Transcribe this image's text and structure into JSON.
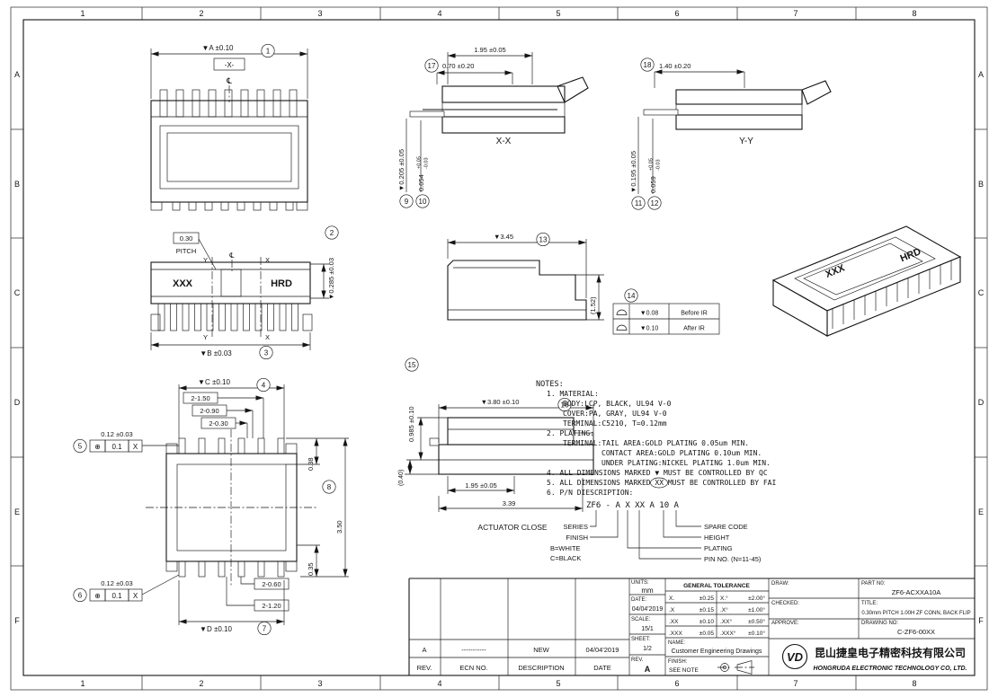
{
  "grid": {
    "cols": [
      "1",
      "2",
      "3",
      "4",
      "5",
      "6",
      "7",
      "8"
    ],
    "rows": [
      "A",
      "B",
      "C",
      "D",
      "E",
      "F"
    ]
  },
  "symbols": {
    "centerline": "℄"
  },
  "front_view": {
    "dim_a": "▼A ±0.10",
    "balloon": "1",
    "datum": "-X-"
  },
  "pitch_view": {
    "pitch": "0.30",
    "pitch_label": "PITCH",
    "dim_height": "▼0.285 ±0.03",
    "balloon_height": "2",
    "dim_b": "▼B ±0.03",
    "balloon_b": "3",
    "marking_left": "XXX",
    "marking_right": "HRD",
    "section_y": "Y",
    "section_x": "X"
  },
  "bottom_view": {
    "dim_c": "▼C ±0.10",
    "balloon_c": "4",
    "dim_150": "2-1.50",
    "dim_090": "2-0.90",
    "dim_030": "2-0.30",
    "dim_012": "0.12 ±0.03",
    "balloon_fcf_top": "5",
    "balloon_fcf_bottom": "6",
    "fcf_symbol": "⊕",
    "fcf_tol": "0.1",
    "fcf_datum": "X",
    "dim_038": "0.38",
    "balloon_overall": "8",
    "dim_350": "3.50",
    "dim_035": "0.35",
    "dim_060": "2-0.60",
    "dim_120": "2-1.20",
    "dim_d": "▼D ±0.10",
    "balloon_d": "7"
  },
  "section_xx": {
    "label": "X-X",
    "dim_195": "1.95 ±0.05",
    "balloon_070": "17",
    "dim_070": "0.70 ±0.20",
    "dim_0205": "▼0.205 ±0.05",
    "balloon_0205": "9",
    "dim_0054": "0.054",
    "tol_plus": "+0.05",
    "tol_minus": "-0.03",
    "balloon_0054": "10"
  },
  "section_yy": {
    "label": "Y-Y",
    "balloon_140": "18",
    "dim_140": "1.40 ±0.20",
    "dim_0195": "▼0.195 ±0.05",
    "balloon_0195": "11",
    "dim_0059": "0.059",
    "tol_plus": "+0.05",
    "tol_minus": "-0.03",
    "balloon_0059": "12"
  },
  "side_view": {
    "dim_345": "▼3.45",
    "balloon_345": "13",
    "dim_152": "(1.52)",
    "balloon_table": "14",
    "ir_rows": [
      {
        "value": "▼0.08",
        "label": "Before IR"
      },
      {
        "value": "▼0.10",
        "label": "After IR"
      }
    ]
  },
  "actuator_view": {
    "balloon_0985": "15",
    "dim_0985": "0.985 ±0.10",
    "dim_380": "▼3.80 ±0.10",
    "balloon_380": "16",
    "dim_195": "1.95 ±0.05",
    "dim_339": "3.39",
    "dim_040": "(0.40)",
    "caption": "ACTUATOR CLOSE"
  },
  "iso_view": {
    "marking_left": "XXX",
    "marking_right": "HRD"
  },
  "notes": {
    "title": "NOTES:",
    "n1": "1. MATERIAL:",
    "n1_body": "BODY:LCP, BLACK, UL94 V-0",
    "n1_cover": "COVER:PA, GRAY, UL94 V-0",
    "n1_terminal": "TERMINAL:C5210, T=0.12mm",
    "n2": "2. PLATING:",
    "n2_tail": "TERMINAL:TAIL AREA:GOLD PLATING 0.05um MIN.",
    "n2_contact": "CONTACT AREA:GOLD PLATING 0.10um MIN.",
    "n2_under": "UNDER PLATING:NICKEL PLATING 1.0um MIN.",
    "n4": "4. ALL DIMENSIONS MARKED ▼ MUST BE CONTROLLED BY QC",
    "n5": "5. ALL DIMENSIONS MARKED XX MUST BE CONTROLLED BY FAI",
    "n6": "6. P/N DIESCRIPTION:",
    "pn_code": "ZF6 - A X XX A 10 A",
    "pn_series": "SERIES",
    "pn_finish": "FINISH",
    "pn_white": "B=WHITE",
    "pn_black": "C=BLACK",
    "pn_spare": "SPARE CODE",
    "pn_height": "HEIGHT",
    "pn_plating": "PLATING",
    "pn_pinno": "PIN NO. (N=11-45)"
  },
  "title_block": {
    "units_label": "UNITS:",
    "units_value": "mm",
    "date_label": "DATE:",
    "date_value": "04/04'2019",
    "scale_label": "SCALE:",
    "scale_value": "15/1",
    "sheet_label": "SHEET:",
    "sheet_value": "1/2",
    "rev_label": "REV.",
    "rev_value": "A",
    "tol_title": "GENERAL TOLERANCE",
    "tol": [
      {
        "lin": "X.",
        "lin_t": "±0.25",
        "ang": "X.°",
        "ang_t": "±2.00°"
      },
      {
        "lin": ".X",
        "lin_t": "±0.15",
        "ang": ".X°",
        "ang_t": "±1.00°"
      },
      {
        "lin": ".XX",
        "lin_t": "±0.10",
        "ang": ".XX°",
        "ang_t": "±0.50°"
      },
      {
        "lin": ".XXX",
        "lin_t": "±0.05",
        "ang": ".XXX°",
        "ang_t": "±0.10°"
      }
    ],
    "name_label": "NAME:",
    "name_value": "Customer Engineering Drawings",
    "finish_label": "FINISH:",
    "finish_value": "SEE NOTE",
    "draw_label": "DRAW:",
    "checked_label": "CHECKED:",
    "approve_label": "APPROVE:",
    "part_label": "PART N0:",
    "part_value": "ZF6-ACXXA10A",
    "title_label": "TITLE:",
    "title_value": "0.30mm PITCH 1.00H ZF CONN, BACK FLIP",
    "drawing_label": "DRAWING NO:",
    "drawing_value": "C-ZF6-00XX",
    "logo_text": "VD",
    "company_cn": "昆山捷皇电子精密科技有限公司",
    "company_en": "HONGRUDA ELECTRONIC TECHNOLOGY CO, LTD.",
    "rev_row": {
      "rev": "A",
      "ecn": "-----------",
      "desc": "NEW",
      "date": "04/04'2019"
    },
    "rev_headers": [
      "REV.",
      "ECN NO.",
      "DESCRIPTION",
      "DATE"
    ]
  }
}
